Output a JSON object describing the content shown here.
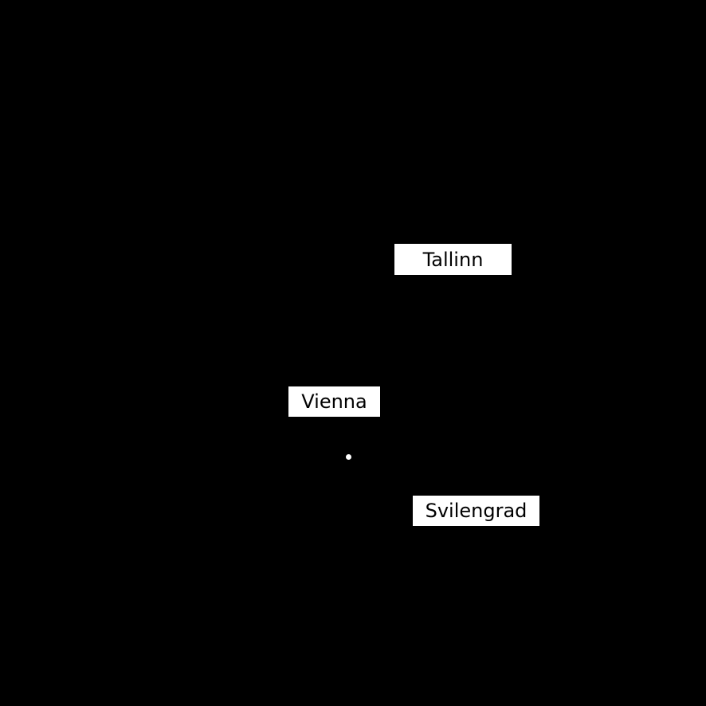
{
  "map": {
    "background_color": "#000000",
    "label_background_color": "#ffffff",
    "label_text_color": "#000000",
    "marker_color": "#ffffff",
    "labels": [
      {
        "name": "Tallinn"
      },
      {
        "name": "Vienna"
      },
      {
        "name": "Svilengrad"
      }
    ],
    "markers": [
      {
        "city": "Vienna"
      }
    ]
  }
}
